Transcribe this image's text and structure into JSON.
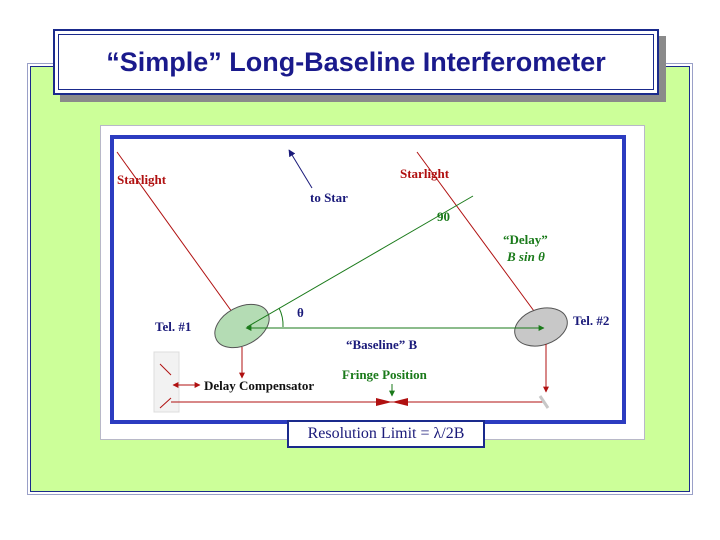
{
  "title": "“Simple” Long-Baseline Interferometer",
  "diagram": {
    "starlight_left": "Starlight",
    "starlight_right": "Starlight",
    "to_star": "to Star",
    "angle_90": "90",
    "delay_label": "“Delay”",
    "delay_formula": "B sin θ",
    "theta": "θ",
    "tel1": "Tel. #1",
    "tel2": "Tel. #2",
    "baseline": "“Baseline” B",
    "fringe_position": "Fringe Position",
    "delay_compensator": "Delay Compensator"
  },
  "resolution_limit": "Resolution Limit = λ/2B",
  "colors": {
    "panel_green": "#ccff99",
    "frame_blue": "#2c3cc0",
    "starlight_red": "#b01010",
    "baseline_green": "#1a7a1a",
    "title_navy": "#1a1a8c"
  }
}
